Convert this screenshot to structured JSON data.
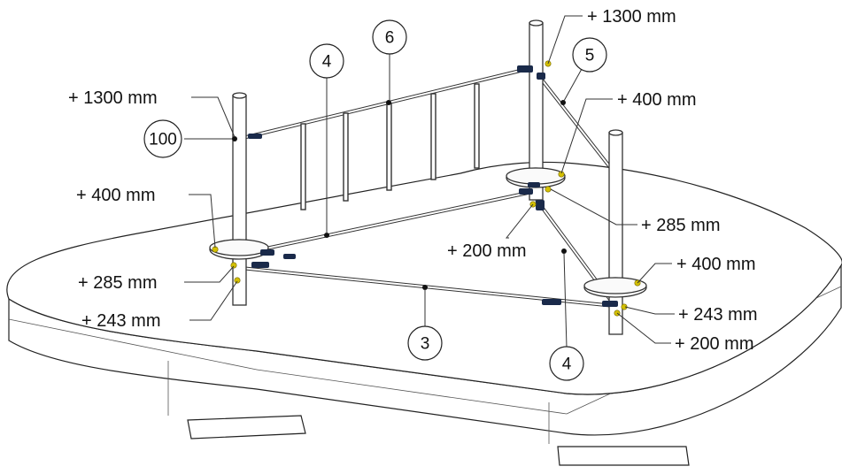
{
  "diagram": {
    "height_labels": {
      "left_post_top": "+ 1300 mm",
      "left_post_disc": "+ 400 mm",
      "left_post_mid": "+ 285 mm",
      "left_post_low": "+ 243 mm",
      "back_post_top": "+ 1300 mm",
      "back_post_disc": "+ 400 mm",
      "back_post_mid": "+ 285 mm",
      "back_post_low": "+ 200 mm",
      "right_post_disc": "+ 400 mm",
      "right_post_mid": "+ 243 mm",
      "right_post_low": "+ 200 mm"
    },
    "callouts": {
      "c100": "100",
      "c4a": "4",
      "c6": "6",
      "c5": "5",
      "c3": "3",
      "c4b": "4"
    },
    "colors": {
      "line": "#222222",
      "accent": "#d4c000",
      "fitting": "#1a2a4a"
    }
  }
}
